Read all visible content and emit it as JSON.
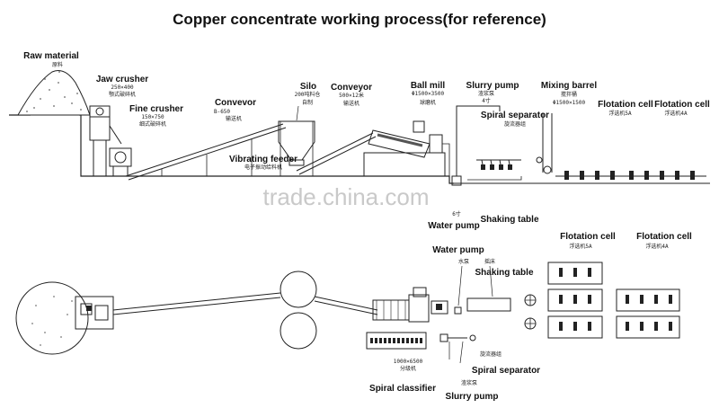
{
  "title": "Copper concentrate working process(for reference)",
  "watermark": "trade.china.com",
  "top_labels": {
    "raw_material": "Raw material",
    "raw_material_cn": "原料",
    "jaw_crusher": "Jaw crusher",
    "jaw_crusher_spec": "250×400",
    "jaw_crusher_cn": "颚式破碎机",
    "fine_crusher": "Fine crusher",
    "fine_crusher_spec": "150×750",
    "fine_crusher_cn": "细式破碎机",
    "conveyor1": "Convevor",
    "conveyor1_spec": "B-650",
    "conveyor1_cn": "输送机",
    "silo": "Silo",
    "silo_spec": "200吨料仓",
    "silo_cn": "自制",
    "vibrating_feeder": "Vibrating feeder",
    "vibrating_feeder_cn": "电子振动给料机",
    "conveyor2": "Conveyor",
    "conveyor2_spec": "500×12米",
    "conveyor2_cn": "输送机",
    "ball_mill": "Ball mill",
    "ball_mill_spec": "Φ1500×3500",
    "ball_mill_cn": "球磨机",
    "slurry_pump": "Slurry pump",
    "slurry_pump_cn": "渣浆泵",
    "slurry_pump_spec": "4寸",
    "spiral_separator": "Spiral separator",
    "spiral_separator_cn": "旋流器组",
    "mixing_barrel": "Mixing barrel",
    "mixing_barrel_cn": "搅拌桶",
    "mixing_barrel_spec": "Φ1500×1500",
    "flotation_cell_1": "Flotation cell",
    "flotation_cell_1_cn": "浮选机5A",
    "flotation_cell_2": "Flotation cell",
    "flotation_cell_2_cn": "浮选机4A",
    "water_pump_spec": "6寸",
    "water_pump": "Water pump",
    "shaking_table": "Shaking table"
  },
  "bottom_labels": {
    "water_pump": "Water pump",
    "water_pump_cn": "水泵",
    "shaking_table_cn": "摇床",
    "shaking_table": "Shaking table",
    "flotation_cell_1": "Flotation cell",
    "flotation_cell_1_cn": "浮选机5A",
    "flotation_cell_2": "Flotation cell",
    "flotation_cell_2_cn": "浮选机4A",
    "spiral_classifier_spec": "1000×6500",
    "spiral_classifier_cn": "分级机",
    "spiral_classifier": "Spiral classifier",
    "spiral_separator_cn": "旋流器组",
    "spiral_separator": "Spiral separator",
    "slurry_pump_cn": "渣浆泵",
    "slurry_pump": "Slurry pump"
  }
}
